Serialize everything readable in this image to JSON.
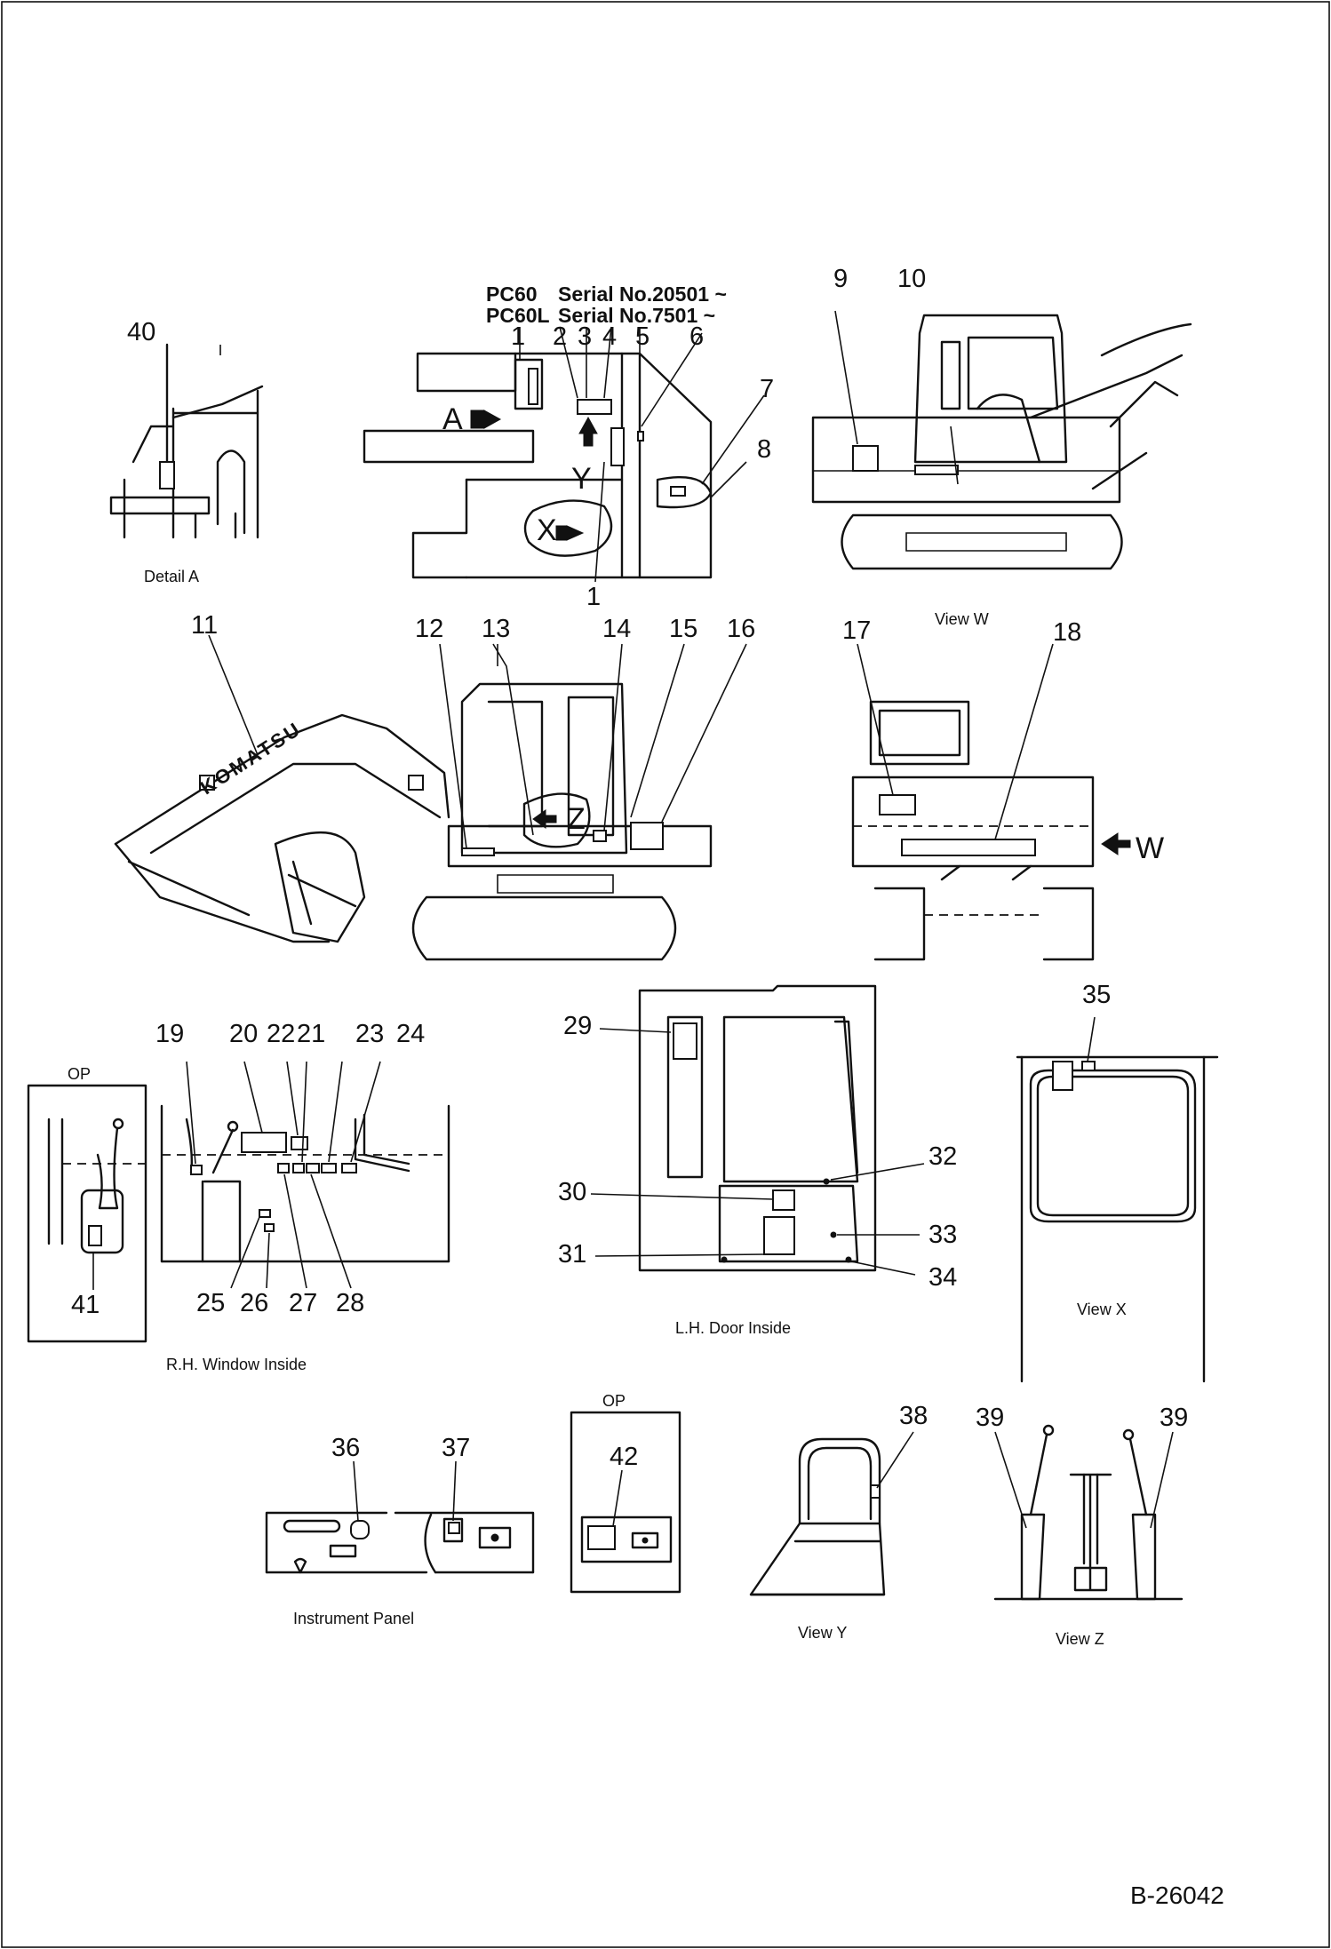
{
  "header": {
    "line1_model": "PC60",
    "line1_serial": "Serial No.20501 ~",
    "line2_model": "PC60L",
    "line2_serial": "Serial No.7501 ~"
  },
  "callouts": {
    "n1": "1",
    "n1b": "1",
    "n2": "2",
    "n3": "3",
    "n4": "4",
    "n5": "5",
    "n6": "6",
    "n7": "7",
    "n8": "8",
    "n9": "9",
    "n10": "10",
    "n11": "11",
    "n12": "12",
    "n13": "13",
    "n14": "14",
    "n15": "15",
    "n16": "16",
    "n17": "17",
    "n18": "18",
    "n19": "19",
    "n20": "20",
    "n21": "21",
    "n22": "22",
    "n23": "23",
    "n24": "24",
    "n25": "25",
    "n26": "26",
    "n27": "27",
    "n28": "28",
    "n29": "29",
    "n30": "30",
    "n31": "31",
    "n32": "32",
    "n33": "33",
    "n34": "34",
    "n35": "35",
    "n36": "36",
    "n37": "37",
    "n38": "38",
    "n39a": "39",
    "n39b": "39",
    "n40": "40",
    "n41": "41",
    "n42": "42"
  },
  "view_arrows": {
    "a": "A",
    "x": "X",
    "y": "Y",
    "z": "Z",
    "w": "W"
  },
  "captions": {
    "detail_a": "Detail A",
    "view_w": "View W",
    "rh_window": "R.H. Window Inside",
    "lh_door": "L.H. Door Inside",
    "view_x": "View X",
    "instrument_panel": "Instrument Panel",
    "view_y": "View Y",
    "view_z": "View Z",
    "op_left": "OP",
    "op_middle": "OP"
  },
  "decals": {
    "boom_brand": "KOMATSU"
  },
  "drawing_number": "B-26042"
}
